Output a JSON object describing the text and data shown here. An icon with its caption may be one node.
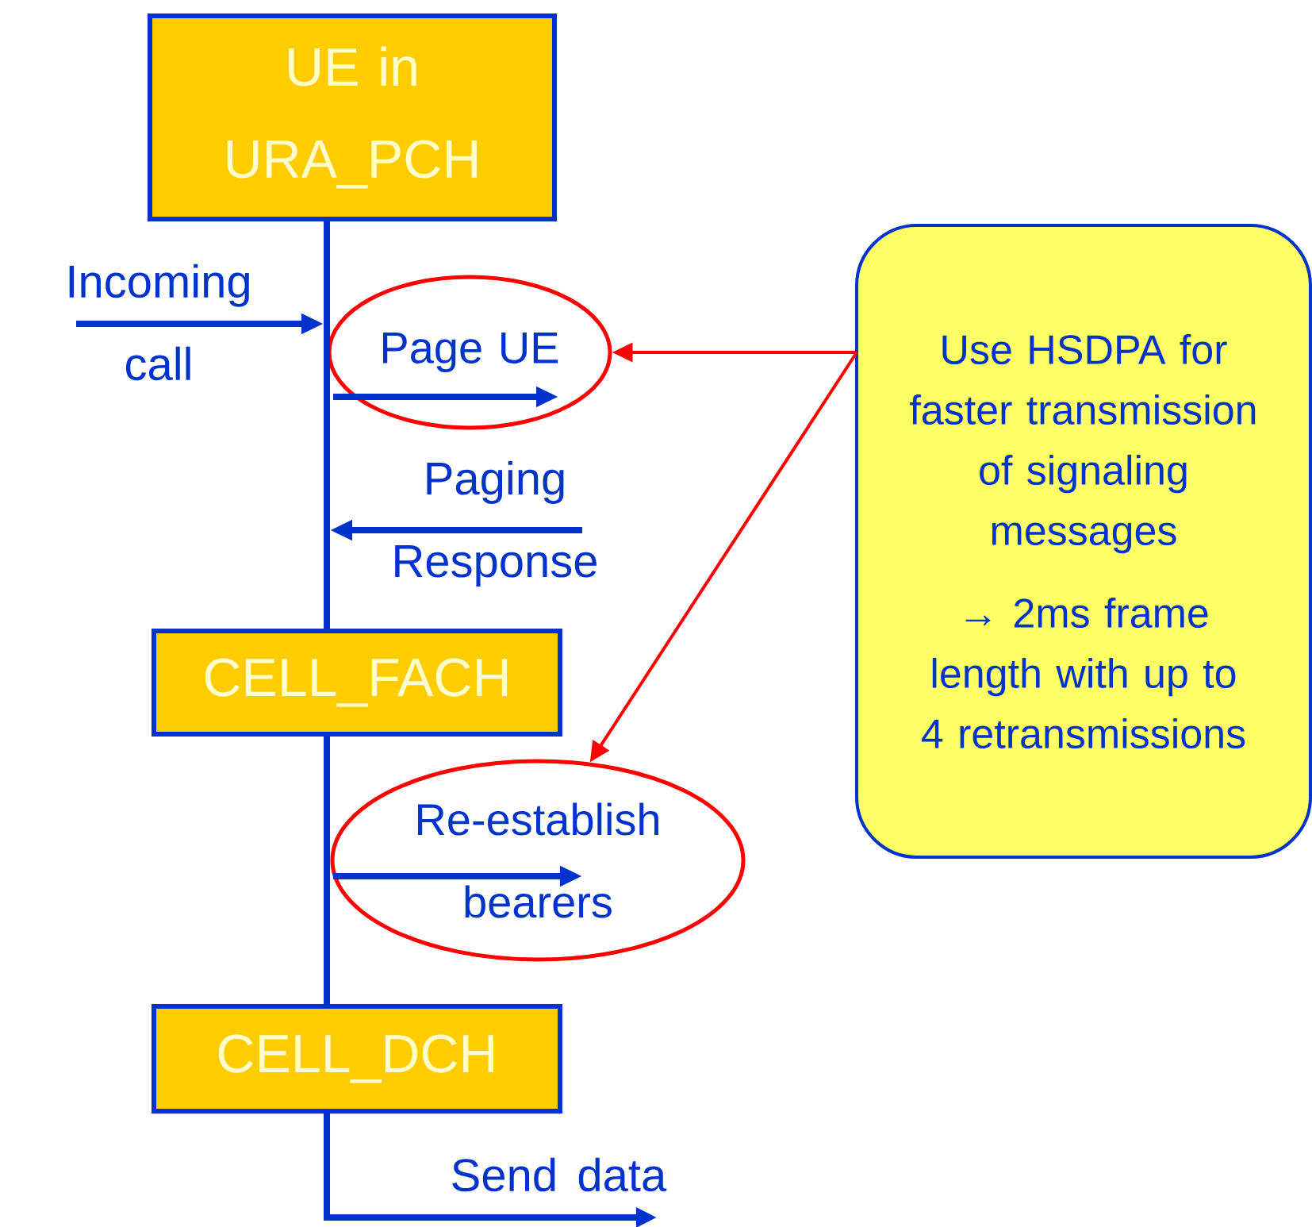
{
  "diagram": {
    "nodes": [
      {
        "text": [
          "UE in URA_PCH"
        ]
      },
      {
        "text": [
          "CELL_FACH"
        ]
      },
      {
        "text": [
          "CELL_DCH"
        ]
      },
      {
        "text": [
          "Page UE"
        ]
      },
      {
        "text": [
          "Re-establish bearers"
        ]
      },
      {
        "text": [
          "Use HSDPA for faster transmission of signaling messages",
          "→ 2ms frame length with up to 4 retransmissions"
        ]
      }
    ],
    "edges": [
      {
        "from": 0,
        "to": 1,
        "arrow": "none"
      },
      {
        "from": 1,
        "to": 2,
        "arrow": "none"
      },
      {
        "from": 5,
        "to": 3,
        "arrow": "to",
        "color": "#ff0000"
      },
      {
        "from": 5,
        "to": 4,
        "arrow": "to",
        "color": "#ff0000"
      },
      {
        "from": 2,
        "to": null,
        "arrow": "to",
        "label": "Send data"
      }
    ],
    "labels": [
      "Incoming call",
      "Paging Response"
    ]
  }
}
